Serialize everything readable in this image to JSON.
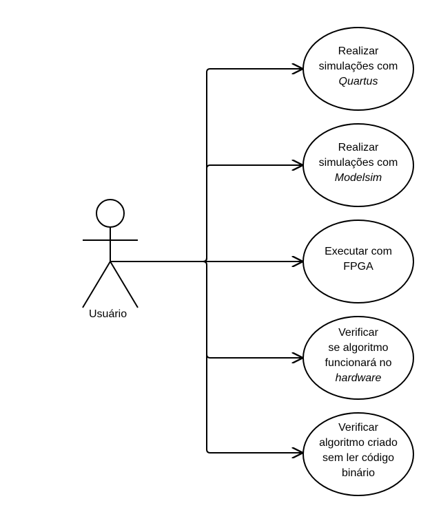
{
  "actor": {
    "name": "Usuário"
  },
  "use_cases": [
    {
      "id": "uc1",
      "lines": [
        {
          "text": "Realizar",
          "italic": false
        },
        {
          "text": "simulações com",
          "italic": false
        },
        {
          "text": "Quartus",
          "italic": true
        }
      ]
    },
    {
      "id": "uc2",
      "lines": [
        {
          "text": "Realizar",
          "italic": false
        },
        {
          "text": "simulações com",
          "italic": false
        },
        {
          "text": "Modelsim",
          "italic": true
        }
      ]
    },
    {
      "id": "uc3",
      "lines": [
        {
          "text": "Executar com",
          "italic": false
        },
        {
          "text": "FPGA",
          "italic": false
        }
      ]
    },
    {
      "id": "uc4",
      "lines": [
        {
          "text": "Verificar",
          "italic": false
        },
        {
          "text": "se algoritmo",
          "italic": false
        },
        {
          "text": "funcionará no",
          "italic": false
        },
        {
          "text": "hardware",
          "italic": true
        }
      ]
    },
    {
      "id": "uc5",
      "lines": [
        {
          "text": "Verificar",
          "italic": false
        },
        {
          "text": "algoritmo criado",
          "italic": false
        },
        {
          "text": "sem ler código",
          "italic": false
        },
        {
          "text": "binário",
          "italic": false
        }
      ]
    }
  ],
  "colors": {
    "stroke": "#000000",
    "fill": "#ffffff"
  }
}
